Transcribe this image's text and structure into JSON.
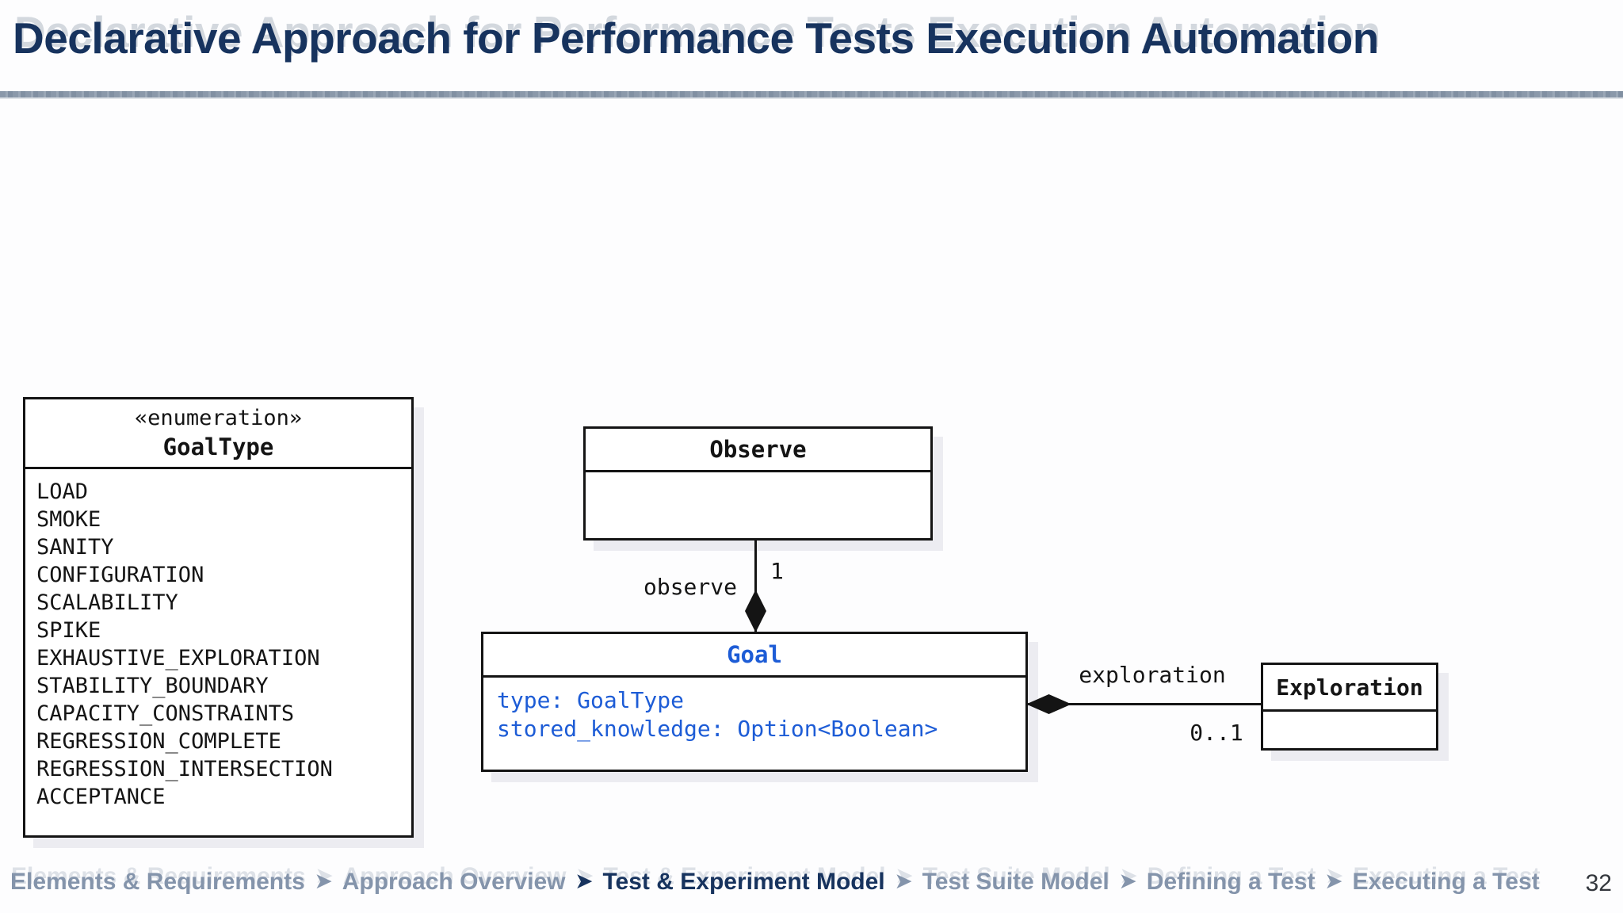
{
  "slide": {
    "title": "Declarative Approach for Performance Tests Execution Automation",
    "page_number": "32"
  },
  "diagram": {
    "enum_box": {
      "stereotype": "«enumeration»",
      "name": "GoalType",
      "values": [
        "LOAD",
        "SMOKE",
        "SANITY",
        "CONFIGURATION",
        "SCALABILITY",
        "SPIKE",
        "EXHAUSTIVE_EXPLORATION",
        "STABILITY_BOUNDARY",
        "CAPACITY_CONSTRAINTS",
        "REGRESSION_COMPLETE",
        "REGRESSION_INTERSECTION",
        "ACCEPTANCE"
      ]
    },
    "observe_box": {
      "name": "Observe"
    },
    "goal_box": {
      "name": "Goal",
      "attributes": [
        "type: GoalType",
        "stored_knowledge: Option<Boolean>"
      ]
    },
    "exploration_box": {
      "name": "Exploration"
    },
    "associations": {
      "observe": {
        "label": "observe",
        "multiplicity": "1"
      },
      "exploration": {
        "label": "exploration",
        "multiplicity": "0..1"
      }
    }
  },
  "footer": {
    "separator": "➤",
    "items": [
      {
        "label": "Elements & Requirements",
        "active": false
      },
      {
        "label": "Approach Overview",
        "active": false
      },
      {
        "label": "Test & Experiment Model",
        "active": true
      },
      {
        "label": "Test Suite Model",
        "active": false
      },
      {
        "label": "Defining a Test",
        "active": false
      },
      {
        "label": "Executing a Test",
        "active": false
      }
    ]
  },
  "colors": {
    "navy": "#17335e",
    "muted_blue_gray": "#8494ab",
    "attribute_blue": "#1d5cd6",
    "border_ink": "#141414"
  }
}
